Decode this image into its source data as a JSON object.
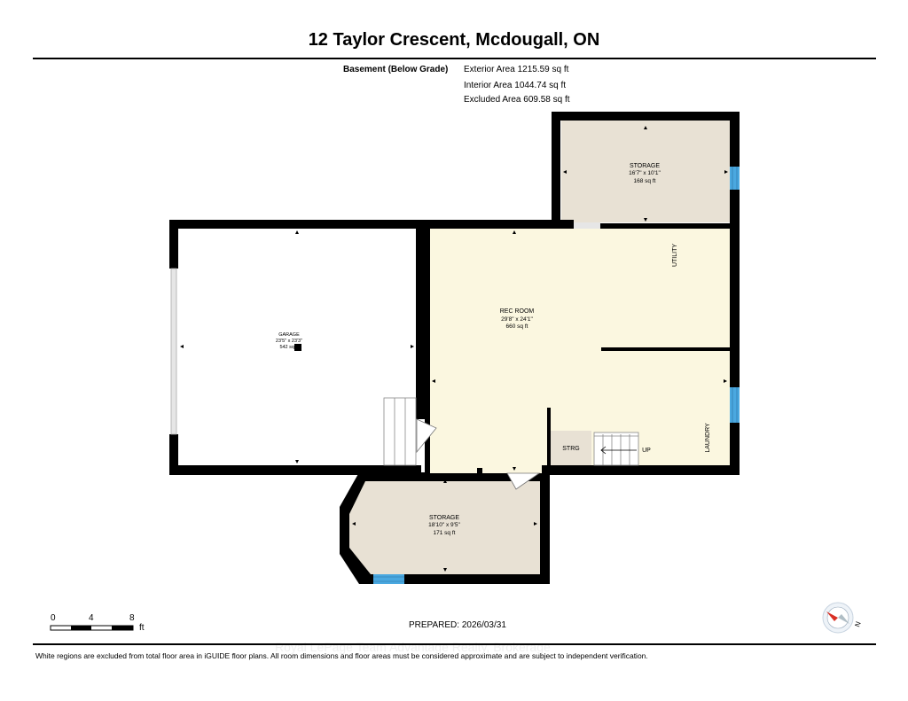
{
  "header": {
    "title": "12 Taylor Crescent, Mcdougall, ON"
  },
  "floor": {
    "label": "Basement (Below Grade)",
    "exterior_area": "Exterior Area 1215.59 sq ft",
    "interior_area": "Interior Area 1044.74 sq ft",
    "excluded_area": "Excluded Area 609.58 sq ft"
  },
  "rooms": {
    "storage_top": {
      "name": "STORAGE",
      "dims": "16'7\" x 10'1\"",
      "area": "168 sq ft"
    },
    "garage": {
      "name": "GARAGE",
      "dims": "23'5\" x 23'3\"",
      "area": "542 sq ft"
    },
    "rec_room": {
      "name": "REC ROOM",
      "dims": "29'8\" x 24'1\"",
      "area": "660 sq ft"
    },
    "storage_bottom": {
      "name": "STORAGE",
      "dims": "18'10\" x 9'5\"",
      "area": "171 sq ft"
    },
    "utility": {
      "name": "UTILITY"
    },
    "laundry": {
      "name": "LAUNDRY"
    },
    "strg": {
      "name": "STRG"
    },
    "stairs": {
      "label": "UP"
    }
  },
  "scale": {
    "ticks": [
      "0",
      "4",
      "8"
    ],
    "unit": "ft"
  },
  "footer": {
    "prepared": "PREPARED: 2026/03/31",
    "disclaimer": "White regions are excluded from total floor area in iGUIDE floor plans. All room dimensions and floor areas must be considered approximate and are subject to independent verification.",
    "watermark": "Royal LePage Team Advantage Realty, Brokerage"
  },
  "compass": {
    "label": "N"
  },
  "colors": {
    "wall": "#000000",
    "room_fill": "#fbf7e0",
    "storage_fill": "#e8e1d4",
    "window": "#4aa8e0"
  }
}
